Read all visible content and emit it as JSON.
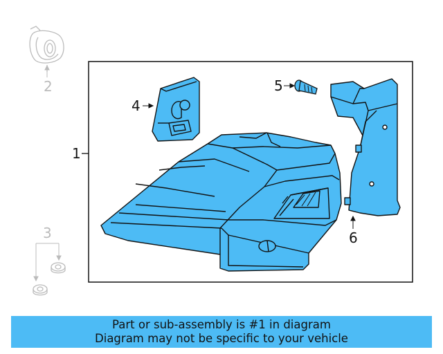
{
  "colors": {
    "highlight": "#4dbbf5",
    "line": "#111111",
    "faded": "#bbbbbb",
    "banner": "#4dbbf5"
  },
  "callouts": [
    {
      "id": "1",
      "label": "1"
    },
    {
      "id": "2",
      "label": "2"
    },
    {
      "id": "3",
      "label": "3"
    },
    {
      "id": "4",
      "label": "4"
    },
    {
      "id": "5",
      "label": "5"
    },
    {
      "id": "6",
      "label": "6"
    }
  ],
  "banner": {
    "line1": "Part or sub-assembly is #1 in diagram",
    "line2": "Diagram may not be specific to your vehicle"
  }
}
